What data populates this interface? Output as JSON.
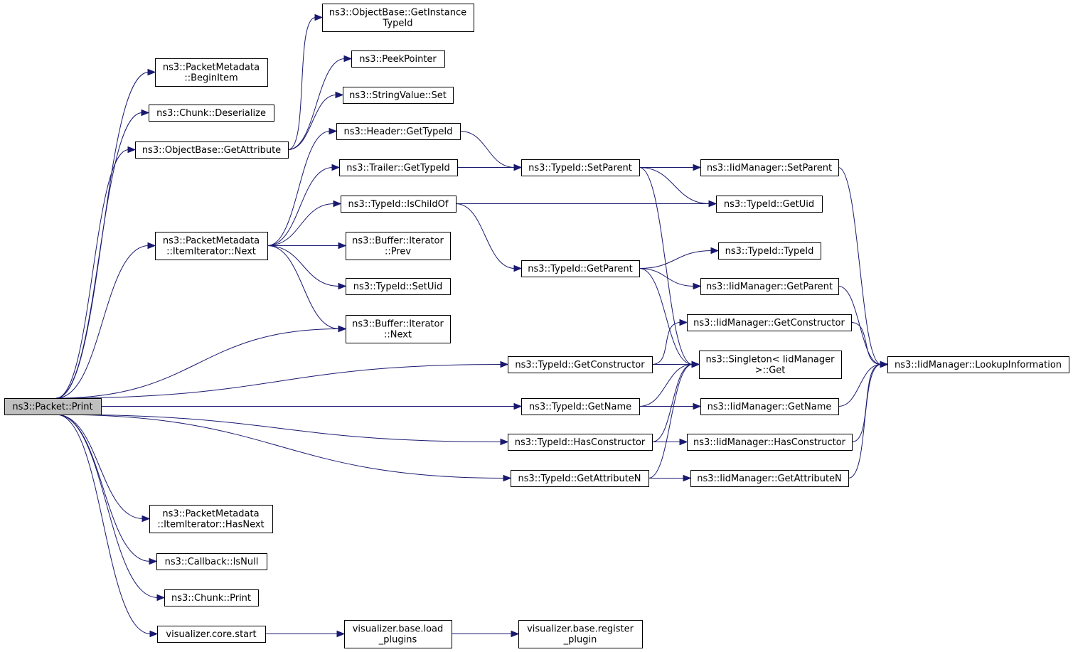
{
  "diagram": {
    "nodes": [
      {
        "id": "packet_print",
        "lines": [
          "ns3::Packet::Print"
        ],
        "root": true
      },
      {
        "id": "pm_beginitem",
        "lines": [
          "ns3::PacketMetadata",
          "::BeginItem"
        ]
      },
      {
        "id": "chunk_deserialize",
        "lines": [
          "ns3::Chunk::Deserialize"
        ]
      },
      {
        "id": "objbase_getattribute",
        "lines": [
          "ns3::ObjectBase::GetAttribute"
        ]
      },
      {
        "id": "objbase_getinstancetypeid",
        "lines": [
          "ns3::ObjectBase::GetInstance",
          "TypeId"
        ]
      },
      {
        "id": "peekpointer",
        "lines": [
          "ns3::PeekPointer"
        ]
      },
      {
        "id": "stringvalue_set",
        "lines": [
          "ns3::StringValue::Set"
        ]
      },
      {
        "id": "pm_itemiterator_next",
        "lines": [
          "ns3::PacketMetadata",
          "::ItemIterator::Next"
        ]
      },
      {
        "id": "header_gettypeid",
        "lines": [
          "ns3::Header::GetTypeId"
        ]
      },
      {
        "id": "trailer_gettypeid",
        "lines": [
          "ns3::Trailer::GetTypeId"
        ]
      },
      {
        "id": "typeid_ischildof",
        "lines": [
          "ns3::TypeId::IsChildOf"
        ]
      },
      {
        "id": "buffer_iterator_prev",
        "lines": [
          "ns3::Buffer::Iterator",
          "::Prev"
        ]
      },
      {
        "id": "typeid_setuid",
        "lines": [
          "ns3::TypeId::SetUid"
        ]
      },
      {
        "id": "buffer_iterator_next",
        "lines": [
          "ns3::Buffer::Iterator",
          "::Next"
        ]
      },
      {
        "id": "typeid_setparent",
        "lines": [
          "ns3::TypeId::SetParent"
        ]
      },
      {
        "id": "typeid_getparent",
        "lines": [
          "ns3::TypeId::GetParent"
        ]
      },
      {
        "id": "typeid_getconstructor",
        "lines": [
          "ns3::TypeId::GetConstructor"
        ]
      },
      {
        "id": "typeid_getname",
        "lines": [
          "ns3::TypeId::GetName"
        ]
      },
      {
        "id": "typeid_hasconstructor",
        "lines": [
          "ns3::TypeId::HasConstructor"
        ]
      },
      {
        "id": "typeid_getattributen",
        "lines": [
          "ns3::TypeId::GetAttributeN"
        ]
      },
      {
        "id": "iid_setparent",
        "lines": [
          "ns3::IidManager::SetParent"
        ]
      },
      {
        "id": "typeid_getuid",
        "lines": [
          "ns3::TypeId::GetUid"
        ]
      },
      {
        "id": "typeid_typeid",
        "lines": [
          "ns3::TypeId::TypeId"
        ]
      },
      {
        "id": "iid_getparent",
        "lines": [
          "ns3::IidManager::GetParent"
        ]
      },
      {
        "id": "iid_getconstructor",
        "lines": [
          "ns3::IidManager::GetConstructor"
        ]
      },
      {
        "id": "singleton_get",
        "lines": [
          "ns3::Singleton< IidManager",
          ">::Get"
        ]
      },
      {
        "id": "iid_getname",
        "lines": [
          "ns3::IidManager::GetName"
        ]
      },
      {
        "id": "iid_hasconstructor",
        "lines": [
          "ns3::IidManager::HasConstructor"
        ]
      },
      {
        "id": "iid_getattributen",
        "lines": [
          "ns3::IidManager::GetAttributeN"
        ]
      },
      {
        "id": "iid_lookupinformation",
        "lines": [
          "ns3::IidManager::LookupInformation"
        ]
      },
      {
        "id": "pm_itemiterator_hasnext",
        "lines": [
          "ns3::PacketMetadata",
          "::ItemIterator::HasNext"
        ]
      },
      {
        "id": "callback_isnull",
        "lines": [
          "ns3::Callback::IsNull"
        ]
      },
      {
        "id": "chunk_print",
        "lines": [
          "ns3::Chunk::Print"
        ]
      },
      {
        "id": "vis_core_start",
        "lines": [
          "visualizer.core.start"
        ]
      },
      {
        "id": "vis_base_load_plugins",
        "lines": [
          "visualizer.base.load",
          "_plugins"
        ]
      },
      {
        "id": "vis_base_register_plugin",
        "lines": [
          "visualizer.base.register",
          "_plugin"
        ]
      }
    ],
    "edges": [
      {
        "from": "packet_print",
        "to": "pm_beginitem"
      },
      {
        "from": "packet_print",
        "to": "chunk_deserialize"
      },
      {
        "from": "packet_print",
        "to": "objbase_getattribute"
      },
      {
        "from": "packet_print",
        "to": "pm_itemiterator_next"
      },
      {
        "from": "packet_print",
        "to": "buffer_iterator_next"
      },
      {
        "from": "packet_print",
        "to": "typeid_getconstructor"
      },
      {
        "from": "packet_print",
        "to": "typeid_getname"
      },
      {
        "from": "packet_print",
        "to": "typeid_hasconstructor"
      },
      {
        "from": "packet_print",
        "to": "typeid_getattributen"
      },
      {
        "from": "packet_print",
        "to": "pm_itemiterator_hasnext"
      },
      {
        "from": "packet_print",
        "to": "callback_isnull"
      },
      {
        "from": "packet_print",
        "to": "chunk_print"
      },
      {
        "from": "packet_print",
        "to": "vis_core_start"
      },
      {
        "from": "objbase_getattribute",
        "to": "objbase_getinstancetypeid"
      },
      {
        "from": "objbase_getattribute",
        "to": "peekpointer"
      },
      {
        "from": "objbase_getattribute",
        "to": "stringvalue_set"
      },
      {
        "from": "pm_itemiterator_next",
        "to": "header_gettypeid"
      },
      {
        "from": "pm_itemiterator_next",
        "to": "trailer_gettypeid"
      },
      {
        "from": "pm_itemiterator_next",
        "to": "typeid_ischildof"
      },
      {
        "from": "pm_itemiterator_next",
        "to": "buffer_iterator_prev"
      },
      {
        "from": "pm_itemiterator_next",
        "to": "typeid_setuid"
      },
      {
        "from": "pm_itemiterator_next",
        "to": "buffer_iterator_next"
      },
      {
        "from": "header_gettypeid",
        "to": "typeid_setparent"
      },
      {
        "from": "trailer_gettypeid",
        "to": "typeid_setparent"
      },
      {
        "from": "typeid_ischildof",
        "to": "typeid_getuid"
      },
      {
        "from": "typeid_ischildof",
        "to": "typeid_getparent"
      },
      {
        "from": "typeid_setparent",
        "to": "iid_setparent"
      },
      {
        "from": "typeid_setparent",
        "to": "typeid_getuid"
      },
      {
        "from": "typeid_setparent",
        "to": "singleton_get"
      },
      {
        "from": "typeid_getparent",
        "to": "typeid_typeid"
      },
      {
        "from": "typeid_getparent",
        "to": "iid_getparent"
      },
      {
        "from": "typeid_getparent",
        "to": "singleton_get"
      },
      {
        "from": "typeid_getconstructor",
        "to": "iid_getconstructor"
      },
      {
        "from": "typeid_getconstructor",
        "to": "singleton_get"
      },
      {
        "from": "typeid_getname",
        "to": "singleton_get"
      },
      {
        "from": "typeid_getname",
        "to": "iid_getname"
      },
      {
        "from": "typeid_hasconstructor",
        "to": "singleton_get"
      },
      {
        "from": "typeid_hasconstructor",
        "to": "iid_hasconstructor"
      },
      {
        "from": "typeid_getattributen",
        "to": "singleton_get"
      },
      {
        "from": "typeid_getattributen",
        "to": "iid_getattributen"
      },
      {
        "from": "iid_setparent",
        "to": "iid_lookupinformation"
      },
      {
        "from": "iid_getparent",
        "to": "iid_lookupinformation"
      },
      {
        "from": "iid_getconstructor",
        "to": "iid_lookupinformation"
      },
      {
        "from": "iid_getname",
        "to": "iid_lookupinformation"
      },
      {
        "from": "iid_hasconstructor",
        "to": "iid_lookupinformation"
      },
      {
        "from": "iid_getattributen",
        "to": "iid_lookupinformation"
      },
      {
        "from": "vis_core_start",
        "to": "vis_base_load_plugins"
      },
      {
        "from": "vis_base_load_plugins",
        "to": "vis_base_register_plugin"
      }
    ]
  },
  "colors": {
    "edge": "#191970",
    "node_border": "#000000",
    "node_fill": "#ffffff",
    "root_fill": "#bfbfbf"
  }
}
